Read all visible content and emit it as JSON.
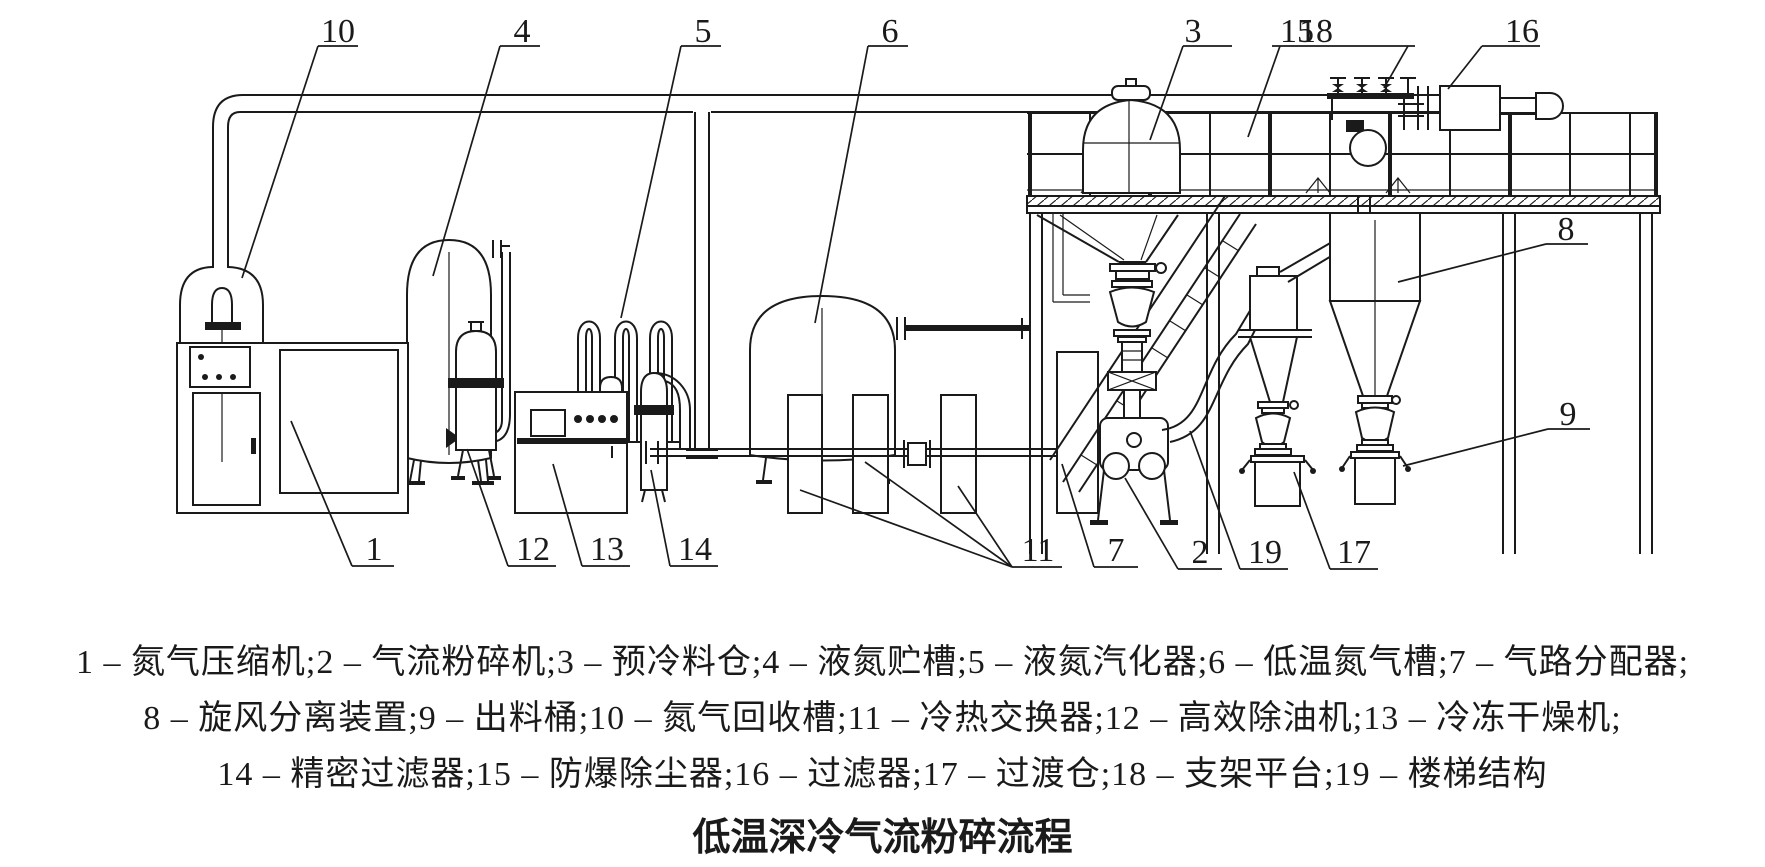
{
  "figure": {
    "caption": "低温深冷气流粉碎流程",
    "legend_lines": [
      "1 – 氮气压缩机;2 – 气流粉碎机;3 – 预冷料仓;4 – 液氮贮槽;5 – 液氮汽化器;6 – 低温氮气槽;7 – 气路分配器;",
      "8 – 旋风分离装置;9 – 出料桶;10 – 氮气回收槽;11 – 冷热交换器;12 – 高效除油机;13 – 冷冻干燥机;",
      "14 – 精密过滤器;15 – 防爆除尘器;16 – 过滤器;17 – 过渡仓;18 – 支架平台;19 – 楼梯结构"
    ],
    "equipment": [
      {
        "id": "1",
        "name": "氮气压缩机"
      },
      {
        "id": "2",
        "name": "气流粉碎机"
      },
      {
        "id": "3",
        "name": "预冷料仓"
      },
      {
        "id": "4",
        "name": "液氮贮槽"
      },
      {
        "id": "5",
        "name": "液氮汽化器"
      },
      {
        "id": "6",
        "name": "低温氮气槽"
      },
      {
        "id": "7",
        "name": "气路分配器"
      },
      {
        "id": "8",
        "name": "旋风分离装置"
      },
      {
        "id": "9",
        "name": "出料桶"
      },
      {
        "id": "10",
        "name": "氮气回收槽"
      },
      {
        "id": "11",
        "name": "冷热交换器"
      },
      {
        "id": "12",
        "name": "高效除油机"
      },
      {
        "id": "13",
        "name": "冷冻干燥机"
      },
      {
        "id": "14",
        "name": "精密过滤器"
      },
      {
        "id": "15",
        "name": "防爆除尘器"
      },
      {
        "id": "16",
        "name": "过滤器"
      },
      {
        "id": "17",
        "name": "过渡仓"
      },
      {
        "id": "18",
        "name": "支架平台"
      },
      {
        "id": "19",
        "name": "楼梯结构"
      }
    ],
    "callout_numbers": {
      "n1": "1",
      "n2": "2",
      "n3": "3",
      "n4": "4",
      "n5": "5",
      "n6": "6",
      "n7": "7",
      "n8": "8",
      "n9": "9",
      "n10": "10",
      "n11": "11",
      "n12": "12",
      "n13": "13",
      "n14": "14",
      "n15": "15",
      "n16": "16",
      "n17": "17",
      "n18": "18",
      "n19": "19"
    },
    "colors": {
      "ink": "#1a1a1a",
      "background": "#ffffff"
    }
  }
}
